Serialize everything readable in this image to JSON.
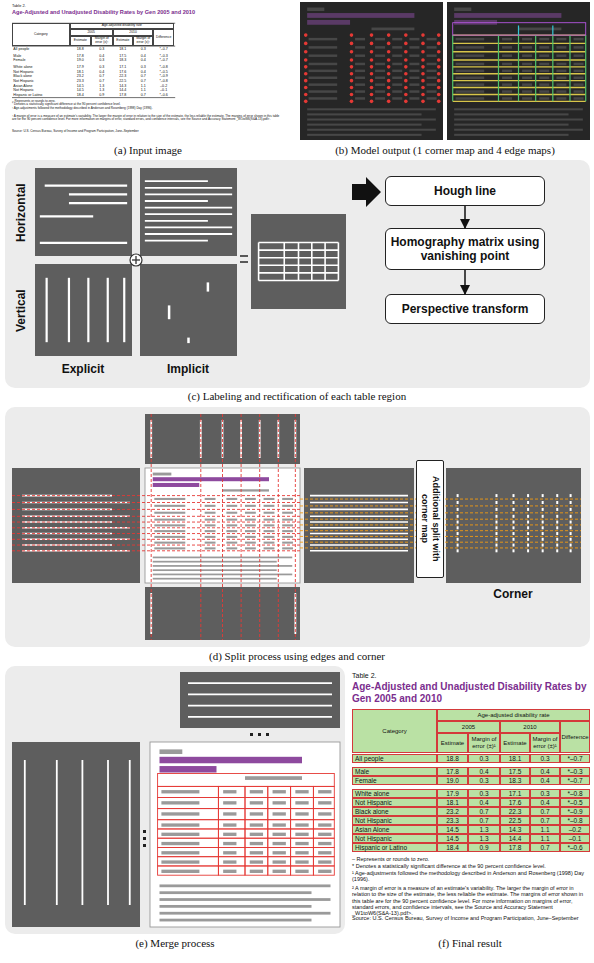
{
  "diagram": {
    "nodes": [
      {
        "text": [
          "Hough line"
        ]
      },
      {
        "text": [
          "Homography matrix using vanishing point"
        ]
      },
      {
        "text": [
          "Perspective transform"
        ]
      },
      {
        "text": [
          "Additional split with corner map"
        ]
      }
    ],
    "edges": [
      {
        "from": 0,
        "to": 1,
        "arrow": "to"
      },
      {
        "from": 1,
        "to": 2,
        "arrow": "to"
      }
    ],
    "labels": [
      "(a) Input image",
      "(b) Model output (1 corner map and 4 edge maps)",
      "Horizontal",
      "Vertical",
      "Explicit",
      "Implicit",
      "(c) Labeling and rectification of each table region",
      "Corner",
      "(d) Split process using edges and corner",
      "(e) Merge process",
      "(f) Final result",
      "Table 2.",
      "Age-Adjusted and Unadjusted Disability Rates by Gen 2005 and 2010",
      "Category",
      "Age-adjusted disability rate",
      "2005",
      "2010",
      "Estimate",
      "Margin of error (±)¹",
      "Estimate",
      "Margin of error (±)¹",
      "Difference",
      "All people",
      "18.8",
      "0.3",
      "18.1",
      "0.3",
      "*–0.7",
      "Male",
      "17.8",
      "0.4",
      "17.5",
      "0.4",
      "*–0.3",
      "Female",
      "19.0",
      "0.3",
      "18.3",
      "0.4",
      "*–0.7",
      "White alone",
      "17.9",
      "0.3",
      "17.1",
      "0.3",
      "*–0.8",
      "Not Hispanic",
      "18.1",
      "0.4",
      "17.6",
      "0.4",
      "*–0.5",
      "Black alone",
      "23.2",
      "0.7",
      "22.3",
      "0.7",
      "*–0.9",
      "Not Hispanic",
      "23.3",
      "0.7",
      "22.5",
      "0.7",
      "*–0.8",
      "Asian Alone",
      "14.5",
      "1.3",
      "14.3",
      "1.1",
      "–0.2",
      "Not Hispanic",
      "14.5",
      "1.3",
      "14.4",
      "1.1",
      "–0.1",
      "Hispanic or Latino",
      "18.4",
      "0.9",
      "17.8",
      "0.7",
      "*–0.6",
      "– Represents or rounds to zero.",
      "* Denotes a statistically significant difference at the 90 percent confidence level.",
      "¹ Age-adjustments followed the methodology described in Anderson and Rosenberg (1998) Day (1996).",
      "² A margin of error is a measure of an estimate's variability. The larger the margin of error in relation to the size of the estimate, the less reliable the estimate. The margins of error shown in this table are for the 90 percent confidence level. For more information on margins of error, standard errors, and confidence intervals, see the Source and Accuracy Statement _W1toW6(S&A-13).pdf>.",
      "Source: U.S. Census Bureau, Survey of Income and Program Participation, June–September",
      "Table 2.",
      "Age-Adjusted and Unadjusted Disability Rates by Gen 2005 and 2010",
      "Category",
      "Age-adjusted disability rate",
      "2005",
      "2010",
      "Estimate",
      "Margin of error (±)¹",
      "Estimate",
      "Margin of error (±)¹",
      "Difference",
      "All people",
      "18.8",
      "0.3",
      "18.1",
      "0.3",
      "*–0.7",
      "Male",
      "17.8",
      "0.4",
      "17.5",
      "0.4",
      "*–0.3",
      "Female",
      "19.0",
      "0.3",
      "18.3",
      "0.4",
      "*–0.7",
      "White alone",
      "17.9",
      "0.3",
      "17.1",
      "0.3",
      "*–0.8",
      "Not Hispanic",
      "18.1",
      "0.4",
      "17.6",
      "0.4",
      "*–0.5",
      "Black alone",
      "23.2",
      "0.7",
      "22.3",
      "0.7",
      "*–0.9",
      "Not Hispanic",
      "23.3",
      "0.7",
      "22.5",
      "0.7",
      "*–0.8",
      "Asian Alone",
      "14.5",
      "1.3",
      "14.3",
      "1.1",
      "–0.2",
      "Not Hispanic",
      "14.5",
      "1.3",
      "14.4",
      "1.1",
      "–0.1",
      "Hispanic or Latino",
      "18.4",
      "0.9",
      "17.8",
      "0.7",
      "*–0.6",
      "– Represents or rounds to zero.",
      "* Denotes a statistically significant difference at the 90 percent confidence level.",
      "¹ Age-adjustments followed the methodology described in Anderson and Rosenberg (1998) Day (1996).",
      "² A margin of error is a measure of an estimate's variability. The larger the margin of error in relation to the size of the estimate, the less reliable the estimate. The margins of error shown in this table are for the 90 percent confidence level. For more information on margins of error, standard errors, and confidence intervals, see the Source and Accuracy Statement _W1toW6(S&A-13).pdf>.",
      "Source: U.S. Census Bureau, Survey of Income and Program Participation, June–September"
    ]
  }
}
